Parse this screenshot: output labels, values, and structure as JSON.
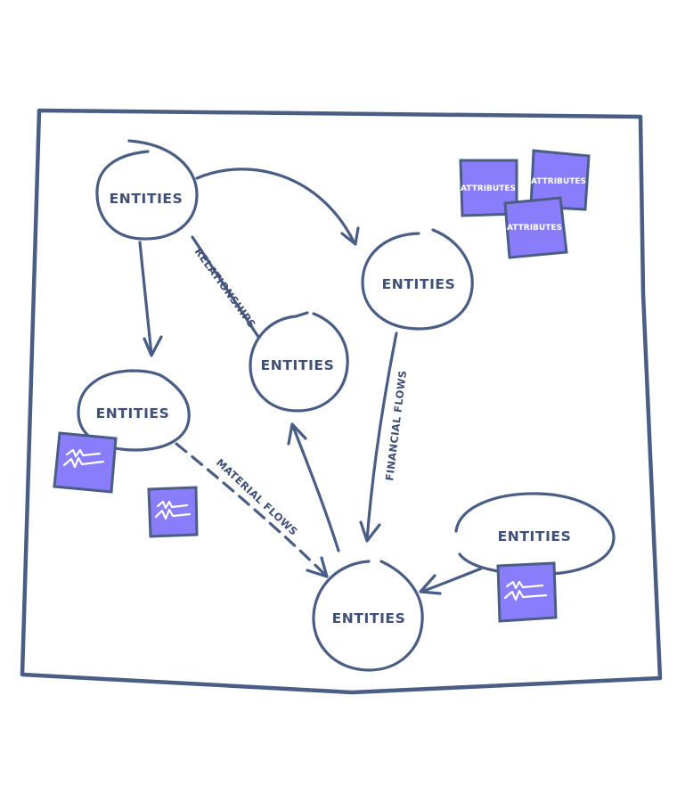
{
  "nodes": {
    "top_left": "ENTITIES",
    "middle_right": "ENTITIES",
    "center": "ENTITIES",
    "left": "ENTITIES",
    "bottom_center": "ENTITIES",
    "bottom_right": "ENTITIES"
  },
  "edges": {
    "relationships": "RELATIONSHIPS",
    "financial_flows": "FINANCIAL FLOWS",
    "material_flows": "MATERIAL FLOWS"
  },
  "attribute_notes": [
    "ATTRIBUTES",
    "ATTRIBUTES",
    "ATTRIBUTES"
  ],
  "colors": {
    "ink": "#4a5d85",
    "note_fill": "#8a7dfb",
    "background": "#ffffff"
  }
}
